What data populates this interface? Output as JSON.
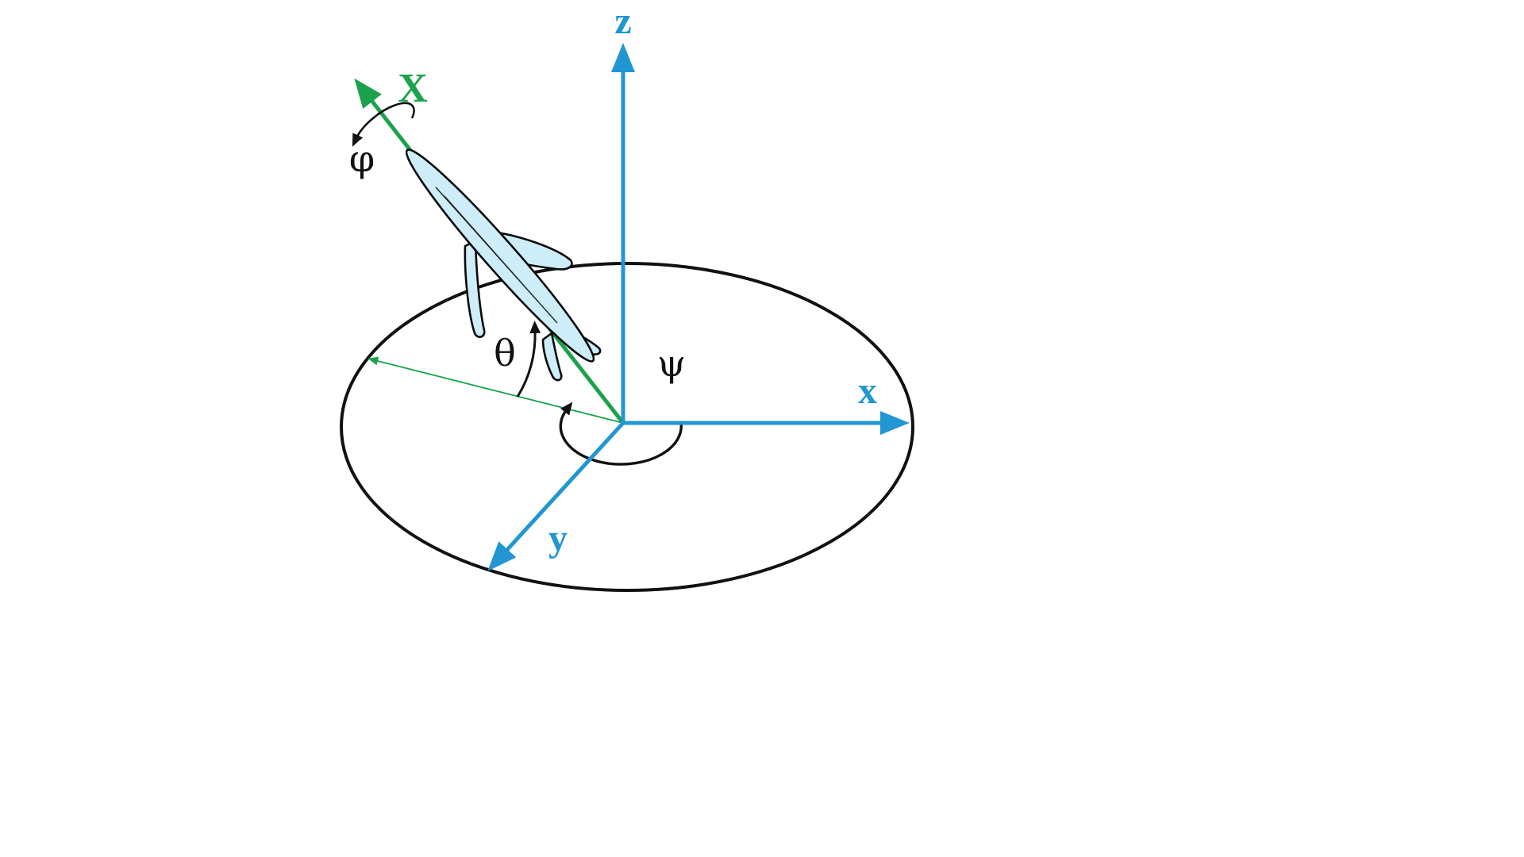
{
  "diagram": {
    "type": "aircraft-euler-angles",
    "labels": {
      "z_axis": "z",
      "x_axis": "x",
      "y_axis": "y",
      "body_x_axis": "X",
      "yaw_angle": "ψ",
      "pitch_angle": "θ",
      "roll_angle": "φ"
    },
    "colors": {
      "reference_axes": "#2196d3",
      "body_axis": "#1ca24c",
      "outline": "#111111",
      "aircraft_fill": "#cdeef9",
      "background": "#ffffff"
    }
  }
}
